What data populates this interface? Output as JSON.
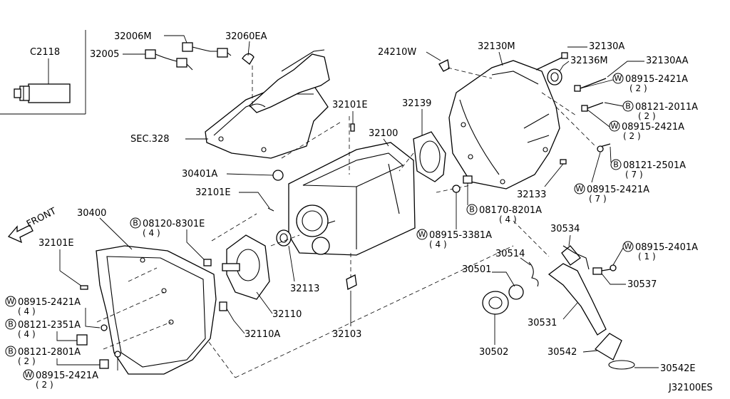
{
  "inset": {
    "part": "C2118"
  },
  "labels": {
    "p32006M": "32006M",
    "p32060EA": "32060EA",
    "p32005": "32005",
    "sec328": "SEC.328",
    "p32101E_top": "32101E",
    "p32100": "32100",
    "p32139": "32139",
    "p30401A": "30401A",
    "p32101E_mid": "32101E",
    "front": "FRONT",
    "p30400": "30400",
    "p32101E_left": "32101E",
    "p32113": "32113",
    "p32110": "32110",
    "p32110A": "32110A",
    "p32103": "32103",
    "p24210W": "24210W",
    "p32130M": "32130M",
    "p32130A": "32130A",
    "p32136M": "32136M",
    "p32130AA": "32130AA",
    "p32133": "32133",
    "p30534": "30534",
    "p30514": "30514",
    "p30501": "30501",
    "p30537": "30537",
    "p30531": "30531",
    "p30502": "30502",
    "p30542": "30542",
    "p30542E": "30542E",
    "diagram_code": "J32100ES"
  },
  "fasteners": {
    "b08120_8301E": {
      "prefix": "B",
      "number": "08120-8301E",
      "qty": "( 4 )"
    },
    "w08915_2421A_left": {
      "prefix": "W",
      "number": "08915-2421A",
      "qty": "( 4 )"
    },
    "b08121_2351A": {
      "prefix": "B",
      "number": "08121-2351A",
      "qty": "( 4 )"
    },
    "b08121_2801A": {
      "prefix": "B",
      "number": "08121-2801A",
      "qty": "( 2 )"
    },
    "w08915_2421A_bottom": {
      "prefix": "W",
      "number": "08915-2421A",
      "qty": "( 2 )"
    },
    "b08170_8201A": {
      "prefix": "B",
      "number": "08170-8201A",
      "qty": "( 4 )"
    },
    "w08915_3381A": {
      "prefix": "W",
      "number": "08915-3381A",
      "qty": "( 4 )"
    },
    "w08915_2421A_r1": {
      "prefix": "W",
      "number": "08915-2421A",
      "qty": "( 2 )"
    },
    "b08121_2011A": {
      "prefix": "B",
      "number": "08121-2011A",
      "qty": "( 2 )"
    },
    "w08915_2421A_r2": {
      "prefix": "W",
      "number": "08915-2421A",
      "qty": "( 2 )"
    },
    "b08121_2501A": {
      "prefix": "B",
      "number": "08121-2501A",
      "qty": "( 7 )"
    },
    "w08915_2421A_r3": {
      "prefix": "W",
      "number": "08915-2421A",
      "qty": "( 7 )"
    },
    "w08915_2401A": {
      "prefix": "W",
      "number": "08915-2401A",
      "qty": "( 1 )"
    }
  }
}
